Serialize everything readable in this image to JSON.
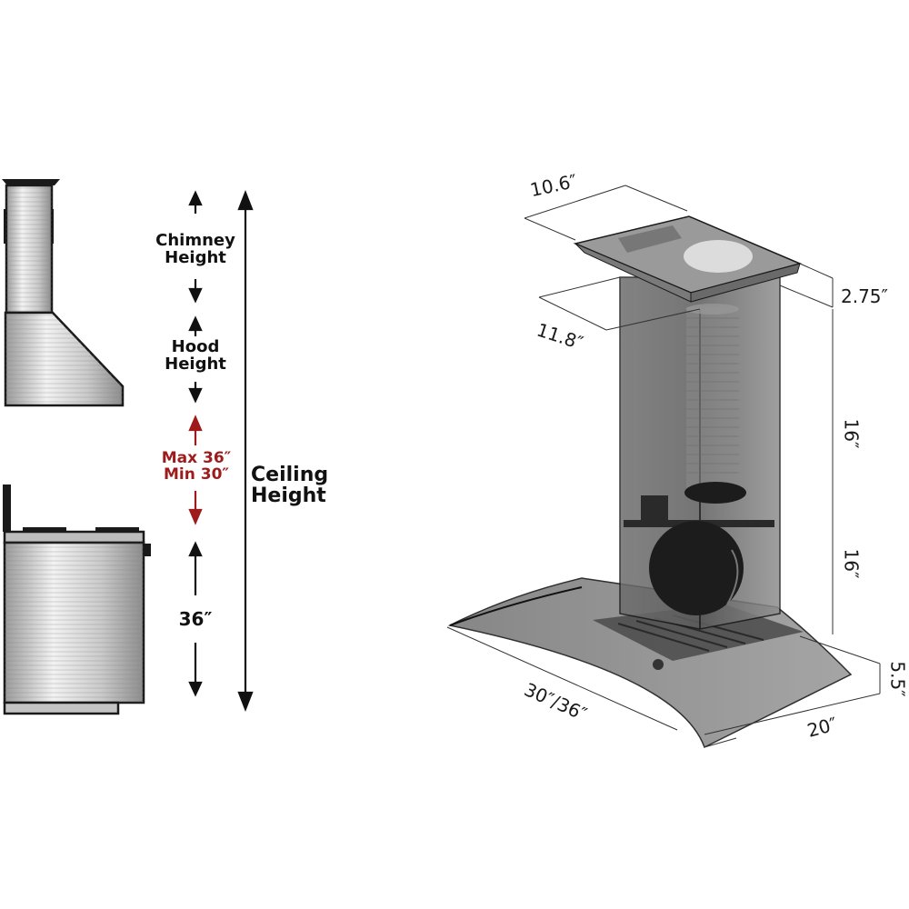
{
  "left_diagram": {
    "labels": {
      "chimney_height": [
        "Chimney",
        "Height"
      ],
      "hood_height": [
        "Hood",
        "Height"
      ],
      "clearance": [
        "Max 36″",
        "Min 30″"
      ],
      "counter_height": "36″",
      "ceiling_height": [
        "Ceiling",
        "Height"
      ]
    },
    "colors": {
      "clearance_accent": "#9e1b1b",
      "text": "#111111",
      "steel_light": "#e6e6e6",
      "steel_dark": "#8a8a8a"
    }
  },
  "right_diagram": {
    "dimensions": {
      "top_width": "10.6″",
      "top_depth": "11.8″",
      "top_trim_height": "2.75″",
      "upper_chimney": "16″",
      "lower_chimney": "16″",
      "hood_height": "5.5″",
      "hood_width": "30″/36″",
      "hood_depth": "20″"
    },
    "colors": {
      "glass": "#6e6e6e",
      "chimney": "#5a5a5a",
      "blower": "#1c1c1c"
    }
  }
}
